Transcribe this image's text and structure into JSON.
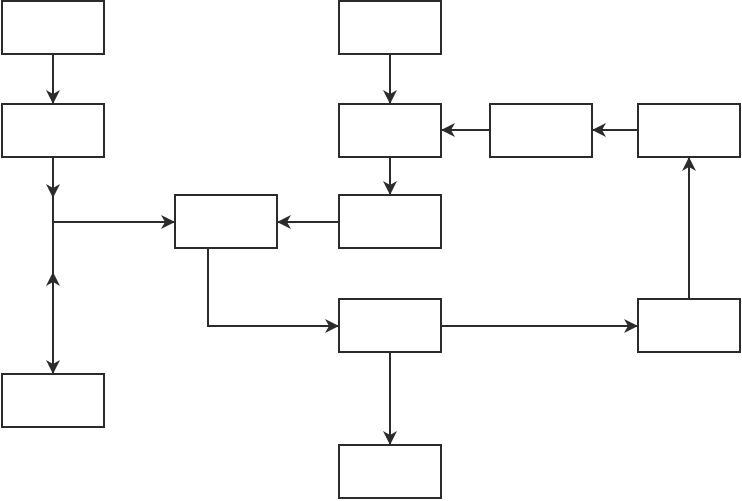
{
  "diagram": {
    "type": "flowchart",
    "line_color": "#2b2b2b",
    "node_fill": "#ffffff",
    "nodes": [
      {
        "id": "A",
        "label": ""
      },
      {
        "id": "B",
        "label": ""
      },
      {
        "id": "C",
        "label": ""
      },
      {
        "id": "D",
        "label": ""
      },
      {
        "id": "E",
        "label": ""
      },
      {
        "id": "F",
        "label": ""
      },
      {
        "id": "G",
        "label": ""
      },
      {
        "id": "H",
        "label": ""
      },
      {
        "id": "I",
        "label": ""
      },
      {
        "id": "J",
        "label": ""
      },
      {
        "id": "K",
        "label": ""
      },
      {
        "id": "L",
        "label": ""
      }
    ],
    "edges": [
      {
        "from": "A",
        "to": "B"
      },
      {
        "from": "B",
        "to": "C"
      },
      {
        "from": "C",
        "to": "D",
        "bidirectional": true
      },
      {
        "from": "E",
        "to": "F"
      },
      {
        "from": "F",
        "to": "I"
      },
      {
        "from": "G",
        "to": "F"
      },
      {
        "from": "H",
        "to": "G"
      },
      {
        "from": "I",
        "to": "C"
      },
      {
        "from": "C",
        "to": "J"
      },
      {
        "from": "J",
        "to": "K"
      },
      {
        "from": "J",
        "to": "L"
      },
      {
        "from": "L",
        "to": "H"
      }
    ]
  }
}
